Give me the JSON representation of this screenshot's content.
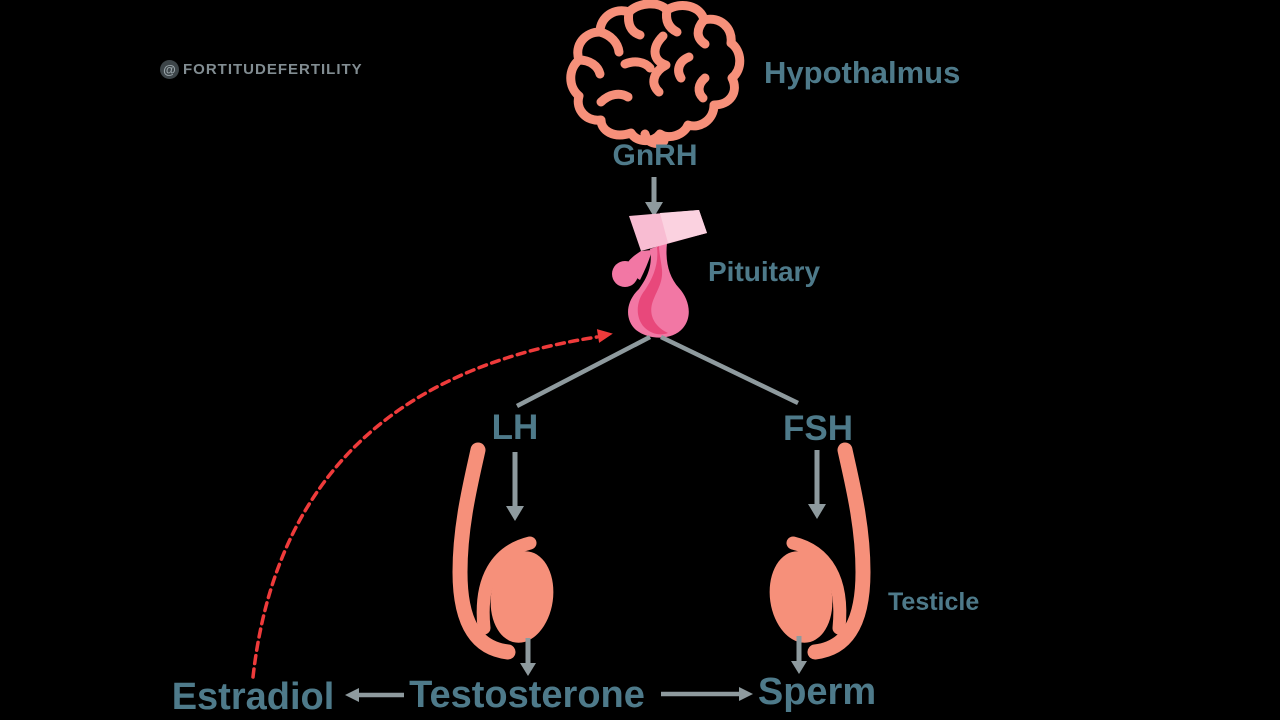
{
  "watermark": {
    "at_symbol": "@",
    "handle": "FORTITUDEFERTILITY"
  },
  "nodes": {
    "hypothalamus_label": "Hypothalmus",
    "gnrh_label": "GnRH",
    "pituitary_label": "Pituitary",
    "lh_label": "LH",
    "fsh_label": "FSH",
    "testicle_label": "Testicle",
    "testosterone_label": "Testosterone",
    "sperm_label": "Sperm",
    "estradiol_label": "Estradiol"
  },
  "edges": [
    {
      "from": "Hypothalmus",
      "label": "GnRH",
      "to": "Pituitary",
      "style": "gray-arrow"
    },
    {
      "from": "Pituitary",
      "to": "LH",
      "style": "gray-line"
    },
    {
      "from": "Pituitary",
      "to": "FSH",
      "style": "gray-line"
    },
    {
      "from": "LH",
      "to": "Testicle",
      "style": "gray-arrow"
    },
    {
      "from": "FSH",
      "to": "Testicle",
      "style": "gray-arrow"
    },
    {
      "from": "Testicle",
      "to": "Testosterone",
      "style": "gray-arrow"
    },
    {
      "from": "Testicle",
      "to": "Sperm",
      "style": "gray-arrow"
    },
    {
      "from": "Testosterone",
      "to": "Sperm",
      "style": "gray-arrow"
    },
    {
      "from": "Testosterone",
      "to": "Estradiol",
      "style": "gray-arrow"
    },
    {
      "from": "Estradiol",
      "to": "Pituitary",
      "style": "red-dashed-feedback-arrow"
    }
  ],
  "colors": {
    "background": "#000000",
    "label_teal": "#4E7A8A",
    "arrow_gray": "#8E9A9E",
    "organ_coral": "#F6907A",
    "pituitary_pink_light": "#F8BCD2",
    "pituitary_pink_highlight": "#FBD2E0",
    "pituitary_pink_mid": "#F277A4",
    "pituitary_pink_dark": "#E8487B",
    "feedback_red": "#EF3B3B",
    "watermark_gray": "#828D92"
  }
}
